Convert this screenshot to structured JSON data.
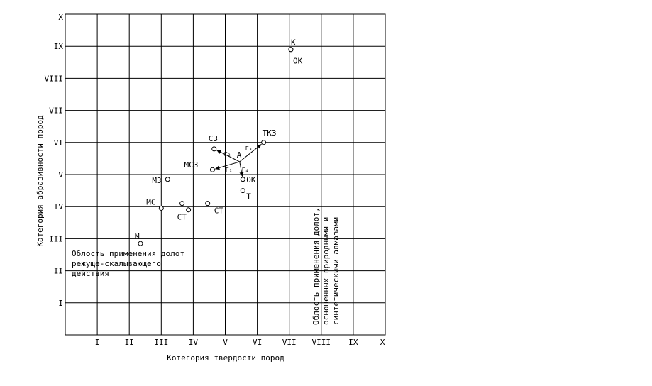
{
  "chart_data": {
    "type": "scatter",
    "xlabel": "Котегория твердости пород",
    "ylabel": "Категория абразивности пород",
    "xlim": [
      0,
      10
    ],
    "ylim": [
      0,
      10
    ],
    "x_ticks": [
      "I",
      "II",
      "III",
      "IV",
      "V",
      "VI",
      "VII",
      "VIII",
      "IX",
      "X"
    ],
    "y_ticks": [
      "I",
      "II",
      "III",
      "IV",
      "V",
      "VI",
      "VII",
      "VIII",
      "IX",
      "X"
    ],
    "grid": true,
    "points": [
      {
        "label": "M",
        "x": 2.35,
        "y": 2.85
      },
      {
        "label": "MC",
        "x": 3.0,
        "y": 3.95
      },
      {
        "label": "M3",
        "x": 3.2,
        "y": 4.85
      },
      {
        "label": "",
        "x": 3.65,
        "y": 4.1
      },
      {
        "label": "CT",
        "x": 3.85,
        "y": 3.9
      },
      {
        "label": "CT",
        "x": 4.45,
        "y": 4.1
      },
      {
        "label": "MC3",
        "x": 4.6,
        "y": 5.15
      },
      {
        "label": "C3",
        "x": 4.65,
        "y": 5.8
      },
      {
        "label": "TK3",
        "x": 6.2,
        "y": 6.0
      },
      {
        "label": "OK",
        "x": 5.55,
        "y": 4.85
      },
      {
        "label": "T",
        "x": 5.55,
        "y": 4.5
      },
      {
        "label": "K",
        "x": 7.05,
        "y": 8.9
      },
      {
        "label": "OK",
        "x": 7.05,
        "y": 8.9
      }
    ],
    "hub": {
      "label": "A",
      "x": 5.45,
      "y": 5.4
    },
    "arrows": [
      {
        "label": "Г₁",
        "to": "MC3"
      },
      {
        "label": "Г₂",
        "to": "C3"
      },
      {
        "label": "Г₃",
        "to": "TK3"
      },
      {
        "label": "Г₄",
        "to": "OK"
      }
    ],
    "annotations": {
      "cutting_region": [
        "Облость применения долот",
        "режуще-скалывающего",
        "действия"
      ],
      "diamond_region": [
        "Облость применения долот,",
        "оснощенных природными и",
        "синтетическими алмазами"
      ]
    }
  }
}
